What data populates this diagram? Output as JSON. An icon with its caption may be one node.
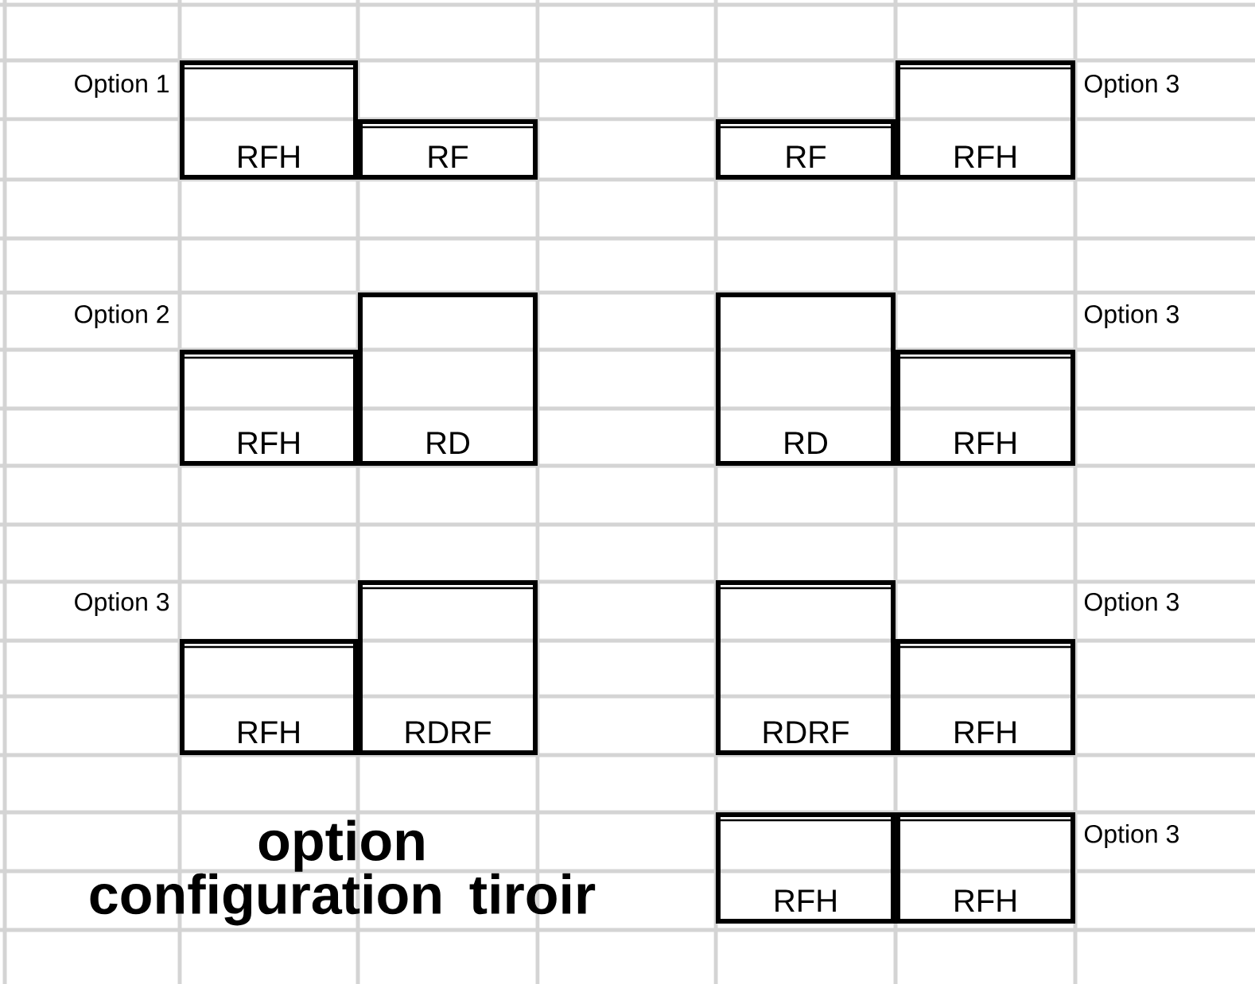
{
  "diagram": {
    "title": "option configuration tiroir",
    "nodes": [
      {
        "text": [
          "RFH"
        ]
      },
      {
        "text": [
          "RF"
        ]
      },
      {
        "text": [
          "RF"
        ]
      },
      {
        "text": [
          "RFH"
        ]
      },
      {
        "text": [
          "RFH"
        ]
      },
      {
        "text": [
          "RD"
        ]
      },
      {
        "text": [
          "RD"
        ]
      },
      {
        "text": [
          "RFH"
        ]
      },
      {
        "text": [
          "RFH"
        ]
      },
      {
        "text": [
          "RDRF"
        ]
      },
      {
        "text": [
          "RDRF"
        ]
      },
      {
        "text": [
          "RFH"
        ]
      },
      {
        "text": [
          "RFH"
        ]
      },
      {
        "text": [
          "RFH"
        ]
      }
    ],
    "labels": [
      "Option 1",
      "Option 3",
      "Option 2",
      "Option 3",
      "Option 3",
      "Option 3",
      "Option 3"
    ]
  }
}
